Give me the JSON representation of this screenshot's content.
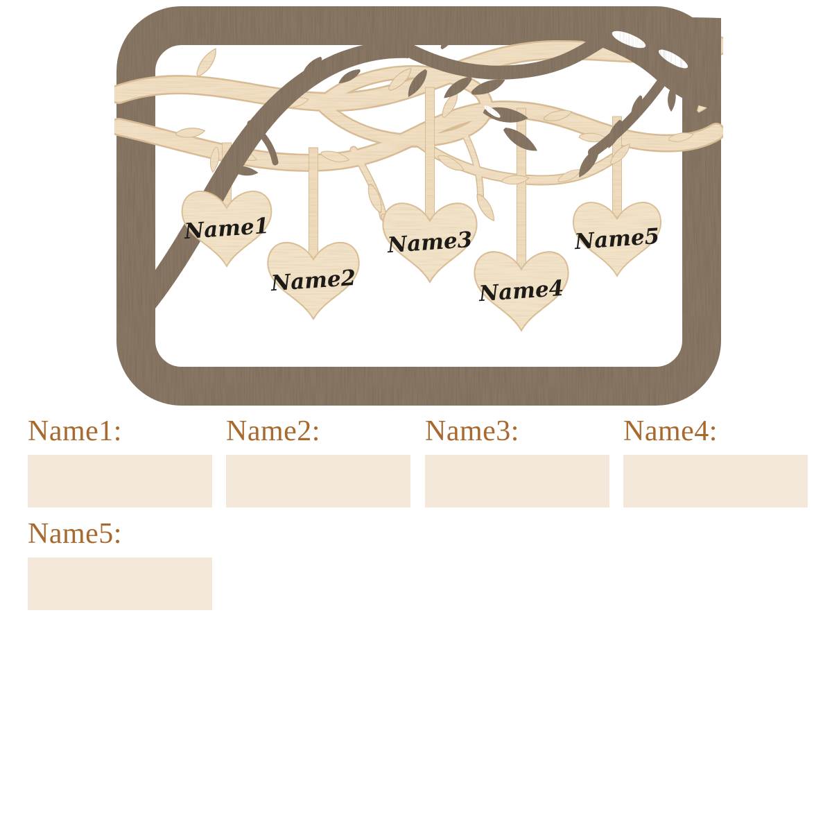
{
  "page": {
    "background_color": "#ffffff"
  },
  "sign_preview": {
    "description": "wooden family tree sign with five hanging heart charms",
    "frame_color": "#877663",
    "dark_branch_color": "#877663",
    "light_wood_color": "#f0ddc1",
    "heart_fill_color": "#f2e3c8",
    "heart_text_color": "#1d1b18",
    "hearts": [
      {
        "label": "Name1"
      },
      {
        "label": "Name2"
      },
      {
        "label": "Name3"
      },
      {
        "label": "Name4"
      },
      {
        "label": "Name5"
      }
    ]
  },
  "personalization_form": {
    "label_color": "#a8692e",
    "field_background_color": "#f4e8da",
    "fields": [
      {
        "label": "Name1:",
        "value": ""
      },
      {
        "label": "Name2:",
        "value": ""
      },
      {
        "label": "Name3:",
        "value": ""
      },
      {
        "label": "Name4:",
        "value": ""
      },
      {
        "label": "Name5:",
        "value": ""
      }
    ]
  }
}
